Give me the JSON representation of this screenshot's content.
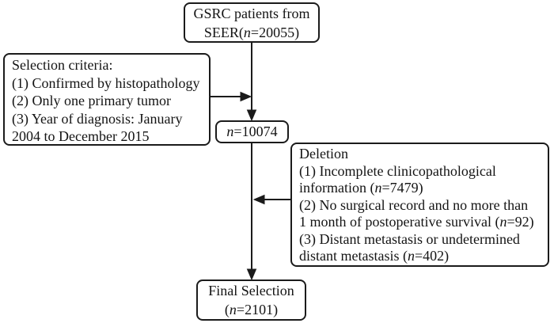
{
  "diagram": {
    "source_box": {
      "line1": "GSRC patients from",
      "line2_pre": "SEER(",
      "line2_n": "n",
      "line2_post": "=20055)"
    },
    "criteria_box": {
      "lines": [
        "Selection criteria:",
        "(1) Confirmed by histopathology",
        "(2) Only one primary tumor",
        "(3) Year of diagnosis: January",
        "2004 to December 2015"
      ]
    },
    "count_box": {
      "n": "n",
      "post": "=10074"
    },
    "deletion_box": {
      "title": "Deletion",
      "line2": "(1) Incomplete clinicopathological",
      "line3_pre": "information (",
      "line3_n": "n",
      "line3_post": "=7479)",
      "line4": "(2) No surgical record and no more than",
      "line5_pre": "1 month of postoperative survival (",
      "line5_n": "n",
      "line5_post": "=92)",
      "line6": "(3) Distant metastasis or undetermined",
      "line7_pre": "distant metastasis (",
      "line7_n": "n",
      "line7_post": "=402)"
    },
    "final_box": {
      "line1": "Final Selection",
      "line2_pre": "(",
      "line2_n": "n",
      "line2_post": "=2101)"
    },
    "colors": {
      "line": "#1b1b1b",
      "border": "#1b1b1b",
      "text": "#141414",
      "background": "#ffffff"
    }
  }
}
